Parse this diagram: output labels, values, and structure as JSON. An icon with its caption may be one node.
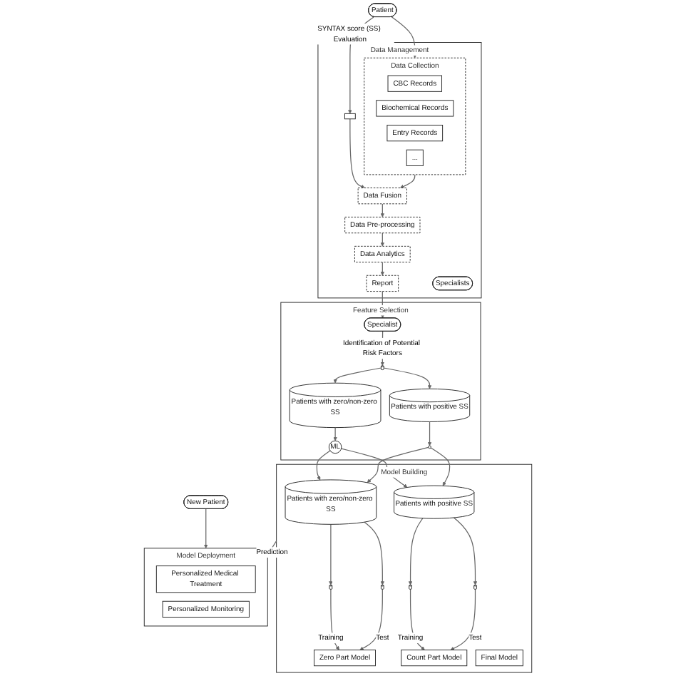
{
  "diagram": {
    "nodes": [
      {
        "text": [
          "Data Management"
        ]
      },
      {
        "text": [
          "Data Collection"
        ],
        "in": 0
      },
      {
        "text": [
          "CBC Records"
        ],
        "in": 1
      },
      {
        "text": [
          "Biochemical Records"
        ],
        "in": 1
      },
      {
        "text": [
          "Entry Records"
        ],
        "in": 1
      },
      {
        "text": [
          "..."
        ],
        "in": 1
      },
      {
        "text": [
          "Data Fusion"
        ],
        "in": 0
      },
      {
        "text": [
          "Data Pre-processing"
        ],
        "in": 0
      },
      {
        "text": [
          "Data Analytics"
        ],
        "in": 0
      },
      {
        "text": [
          "Report"
        ],
        "in": 0
      },
      {
        "text": [
          "Patient"
        ]
      },
      {
        "text": [
          "Specialists"
        ],
        "in": 0
      },
      {
        "text": [],
        "shape": "box",
        "in": 0
      },
      {
        "text": [
          "Feature Selection"
        ]
      },
      {
        "text": [
          "Specialist"
        ],
        "in": 13
      },
      {
        "text": [],
        "shape": "cylinder",
        "in": 13
      },
      {
        "text": [
          "Patients with zero/non-zero SS"
        ],
        "in": 13
      },
      {
        "text": [
          "Patients with positive SS"
        ],
        "in": 13
      },
      {
        "text": [
          "ML"
        ],
        "in": 13
      },
      {
        "text": [],
        "shape": "brain",
        "in": 13
      },
      {
        "text": [
          "Model Building"
        ]
      },
      {
        "text": [
          "Patients with zero/non-zero SS"
        ],
        "in": 20
      },
      {
        "text": [],
        "shape": "cylinder",
        "in": 20
      },
      {
        "text": [],
        "shape": "cylinder",
        "in": 20
      },
      {
        "text": [
          "Zero Part Model"
        ],
        "in": 20
      },
      {
        "text": [
          "Patients with positive SS"
        ],
        "in": 20
      },
      {
        "text": [],
        "shape": "cylinder",
        "in": 20
      },
      {
        "text": [],
        "shape": "cylinder",
        "in": 20
      },
      {
        "text": [
          "Count Part Model"
        ],
        "in": 20
      },
      {
        "text": [
          "Final Model"
        ],
        "in": 20
      },
      {
        "text": [
          "New Patient"
        ]
      },
      {
        "text": [
          "Model Deployment"
        ]
      },
      {
        "text": [
          "Personalized Medical Treatment"
        ],
        "in": 31
      },
      {
        "text": [
          "Personalized Monitoring"
        ],
        "in": 31
      }
    ],
    "edges": [
      {
        "from": 10,
        "to": 1,
        "arrow": "to"
      },
      {
        "from": 1,
        "to": 6,
        "arrow": "to"
      },
      {
        "from": 10,
        "to": 12,
        "arrow": "to",
        "label": "SYNTAX score (SS) Evaluation"
      },
      {
        "from": 12,
        "to": 6,
        "arrow": "to"
      },
      {
        "from": 6,
        "to": 7,
        "arrow": "to"
      },
      {
        "from": 7,
        "to": 8,
        "arrow": "to"
      },
      {
        "from": 8,
        "to": 9,
        "arrow": "to"
      },
      {
        "from": 9,
        "to": 14,
        "arrow": "to"
      },
      {
        "from": 14,
        "to": 15,
        "arrow": "to",
        "label": "Identification of Potential Risk Factors"
      },
      {
        "from": 15,
        "to": 16,
        "arrow": "to"
      },
      {
        "from": 15,
        "to": 17,
        "arrow": "to"
      },
      {
        "from": 16,
        "to": 18,
        "arrow": "to"
      },
      {
        "from": 17,
        "to": 19,
        "arrow": "to"
      },
      {
        "from": 18,
        "to": 21,
        "arrow": "to"
      },
      {
        "from": 18,
        "to": 25,
        "arrow": "to"
      },
      {
        "from": 19,
        "to": 21,
        "arrow": "to"
      },
      {
        "from": 19,
        "to": 25,
        "arrow": "to"
      },
      {
        "from": 21,
        "to": 22,
        "arrow": "to"
      },
      {
        "from": 21,
        "to": 23,
        "arrow": "to"
      },
      {
        "from": 22,
        "to": 24,
        "arrow": "to",
        "label": "Training"
      },
      {
        "from": 23,
        "to": 24,
        "arrow": "to",
        "label": "Test"
      },
      {
        "from": 25,
        "to": 26,
        "arrow": "to"
      },
      {
        "from": 25,
        "to": 27,
        "arrow": "to"
      },
      {
        "from": 26,
        "to": 28,
        "arrow": "to",
        "label": "Training"
      },
      {
        "from": 27,
        "to": 28,
        "arrow": "to",
        "label": "Test"
      },
      {
        "from": 20,
        "to": 31,
        "arrow": "to",
        "label": "Prediction"
      },
      {
        "from": 30,
        "to": 31,
        "arrow": "to"
      }
    ]
  }
}
